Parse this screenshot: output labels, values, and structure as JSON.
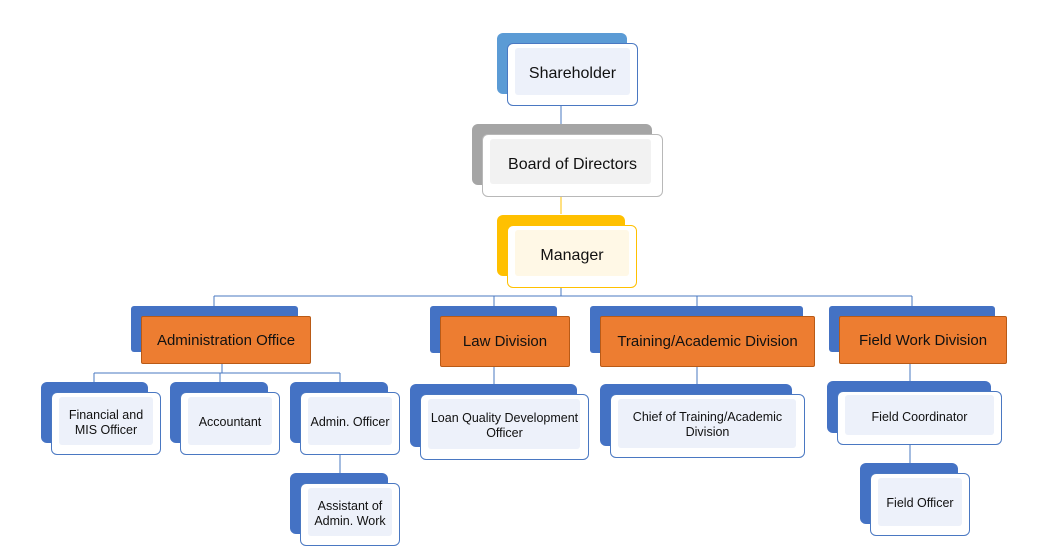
{
  "colors": {
    "connector": "#4a78c2",
    "shareholder_back": "#5b9bd5",
    "board_back": "#a5a5a5",
    "manager_back": "#ffc000",
    "division_back": "#4472c4",
    "division_fill": "#ed7d31",
    "staff_back": "#4472c4",
    "inner_fill": "#edf1fa"
  },
  "chart": {
    "shareholder": "Shareholder",
    "board": "Board of Directors",
    "manager": "Manager",
    "divisions": {
      "administration": "Administration Office",
      "law": "Law Division",
      "training": "Training/Academic Division",
      "field_work": "Field Work Division"
    },
    "staff": {
      "financial_mis": "Financial and\nMIS Officer",
      "accountant": "Accountant",
      "admin_officer": "Admin. Officer",
      "assistant_admin": "Assistant of\nAdmin. Work",
      "loan_quality": "Loan Quality Development\nOfficer",
      "chief_training": "Chief of Training/Academic\nDivision",
      "field_coordinator": "Field Coordinator",
      "field_officer": "Field Officer"
    }
  }
}
